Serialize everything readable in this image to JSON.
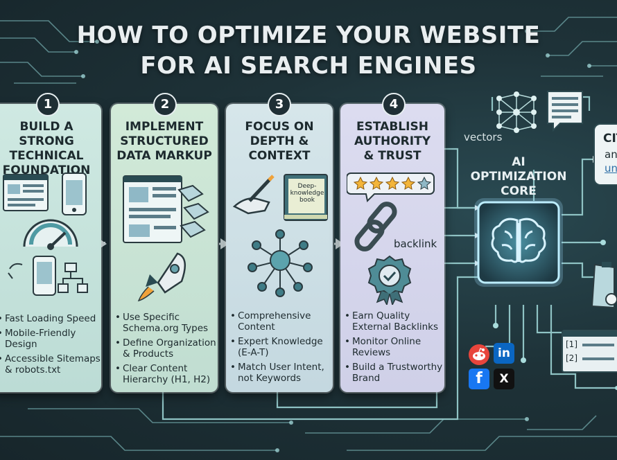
{
  "title": {
    "line1": "HOW TO OPTIMIZE YOUR WEBSITE",
    "line2": "FOR AI SEARCH ENGINES"
  },
  "steps": [
    {
      "number": "1",
      "title": [
        "BUILD A STRONG",
        "TECHNICAL",
        "FOUNDATION"
      ],
      "bullets": [
        [
          "Fast Loading Speed"
        ],
        [
          "Mobile-Friendly",
          "Design"
        ],
        [
          "Accessible Sitemaps",
          "& robots.txt"
        ]
      ]
    },
    {
      "number": "2",
      "title": [
        "IMPLEMENT",
        "STRUCTURED",
        "DATA MARKUP"
      ],
      "bullets": [
        [
          "Use Specific",
          "Schema.org Types"
        ],
        [
          "Define Organization",
          "& Products"
        ],
        [
          "Clear Content",
          "Hierarchy (H1, H2)"
        ]
      ]
    },
    {
      "number": "3",
      "title": [
        "FOCUS ON",
        "DEPTH &",
        "CONTEXT"
      ],
      "book_label": [
        "Deep-",
        "knowledge",
        "book"
      ],
      "bullets": [
        [
          "Comprehensive",
          "Content"
        ],
        [
          "Expert Knowledge",
          "(E-A-T)"
        ],
        [
          "Match User Intent,",
          "not Keywords"
        ]
      ]
    },
    {
      "number": "4",
      "title": [
        "ESTABLISH",
        "AUTHORITY",
        "& TRUST"
      ],
      "backlink_label": "backlink",
      "bullets": [
        [
          "Earn Quality",
          "External Backlinks"
        ],
        [
          "Monitor Online",
          "Reviews"
        ],
        [
          "Build a Trustworthy",
          "Brand"
        ]
      ]
    }
  ],
  "core": {
    "vectors_label": "vectors",
    "title": [
      "AI",
      "OPTIMIZATION",
      "CORE"
    ]
  },
  "citation": {
    "line1": "CIT",
    "line2": "an",
    "line3": "un"
  },
  "refs": [
    "[1]",
    "[2]"
  ],
  "social": [
    "reddit",
    "in",
    "f",
    "X"
  ],
  "colors": {
    "background": "#1c2e33",
    "circuit": "#8fc3c4",
    "core_glow": "#9fe0ff",
    "star": "#f3b53a"
  }
}
